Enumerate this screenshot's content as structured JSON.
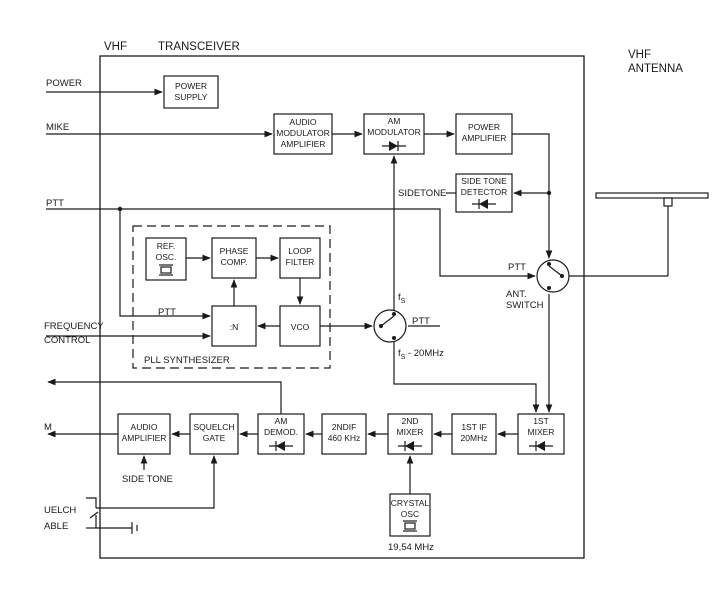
{
  "frame_titles": {
    "vhf": "VHF",
    "transceiver": "TRANSCEIVER",
    "antenna_line1": "VHF",
    "antenna_line2": "ANTENNA"
  },
  "inputs": {
    "power": "POWER",
    "mike": "MIKE",
    "ptt": "PTT",
    "frequency": "FREQUENCY",
    "control": "CONTROL",
    "squelch": "UELCH",
    "able": "ABLE",
    "output_m": "M"
  },
  "blocks": {
    "power_supply": [
      "POWER",
      "SUPPLY"
    ],
    "audio_mod_amp": [
      "AUDIO",
      "MODULATOR",
      "AMPLIFIER"
    ],
    "am_modulator": [
      "AM",
      "MODULATOR"
    ],
    "power_amplifier": [
      "POWER",
      "AMPLIFIER"
    ],
    "side_tone_detector": [
      "SIDE TONE",
      "DETECTOR"
    ],
    "ref_osc": [
      "REF.",
      "OSC."
    ],
    "phase_comp": [
      "PHASE",
      "COMP."
    ],
    "loop_filter": [
      "LOOP",
      "FILTER"
    ],
    "divider": [
      ":N"
    ],
    "vco": [
      "VCO"
    ],
    "audio_amplifier": [
      "AUDIO",
      "AMPLIFIER"
    ],
    "squelch_gate": [
      "SQUELCH",
      "GATE"
    ],
    "am_demod": [
      "AM",
      "DEMOD."
    ],
    "second_if": [
      "2NDIF",
      "460 KHz"
    ],
    "second_mixer": [
      "2ND",
      "MIXER"
    ],
    "first_if": [
      "1ST IF",
      "20MHz"
    ],
    "first_mixer": [
      "1ST",
      "MIXER"
    ],
    "crystal_osc": [
      "CRYSTAL",
      "OSC"
    ]
  },
  "labels": {
    "sidetone": "SIDETONE",
    "ptt_switch": "PTT",
    "ant_switch_line1": "ANT.",
    "ant_switch_line2": "SWITCH",
    "ptt_loop": "PTT",
    "ptt_vco": "PTT",
    "fs": "f",
    "fs_sub": "S",
    "fs_minus": "f",
    "fs_minus_sub": "S",
    "fs_minus_rest": " - 20MHz",
    "pll_synthesizer": "PLL SYNTHESIZER",
    "side_tone_bottom": "SIDE TONE",
    "crystal_freq": "19,54 MHz"
  }
}
